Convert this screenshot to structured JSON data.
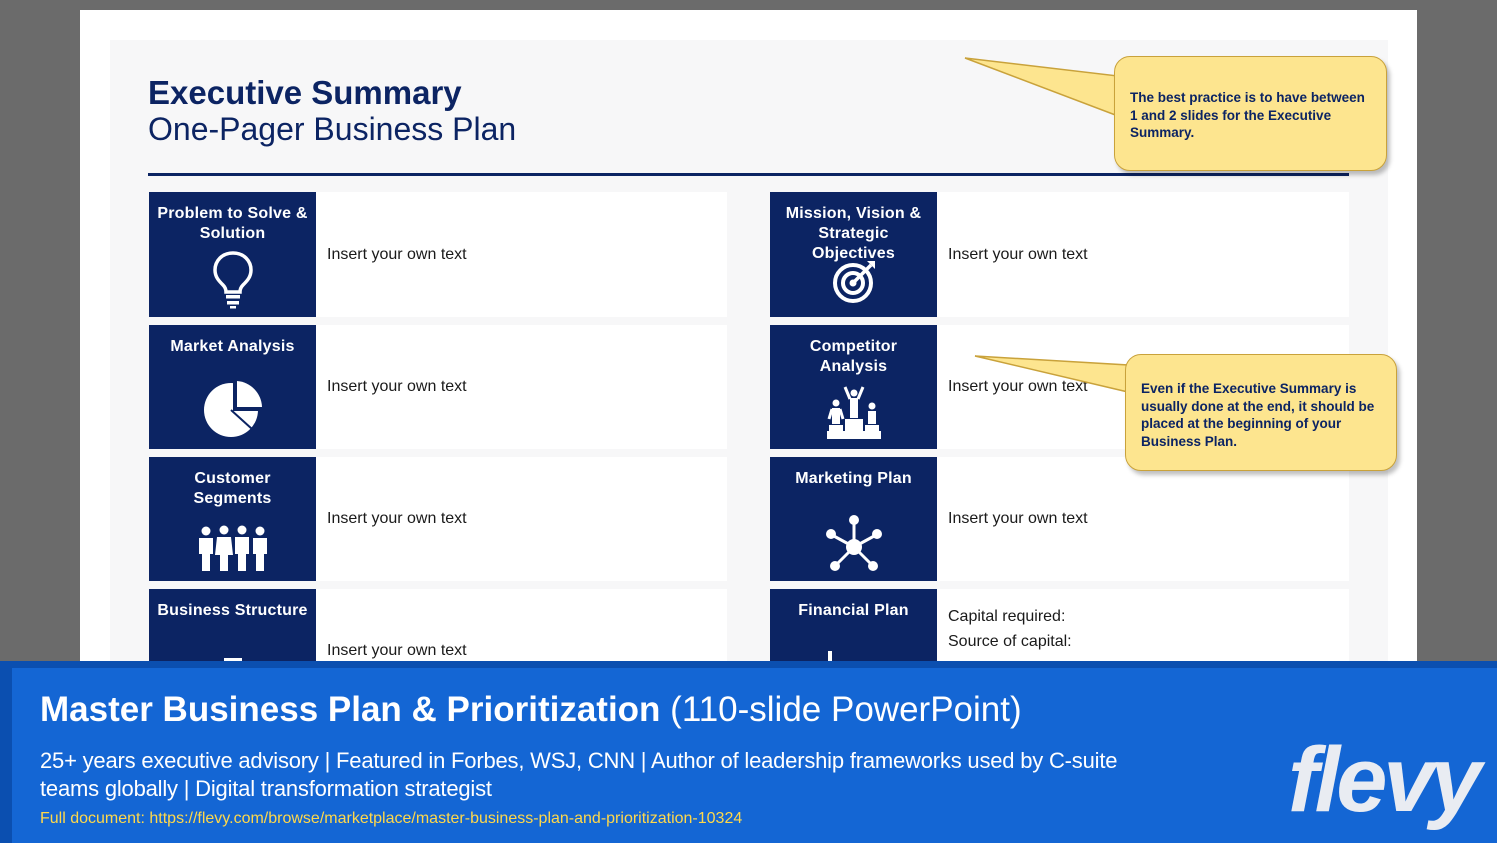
{
  "slide": {
    "title": "Executive Summary",
    "subtitle": "One-Pager Business Plan",
    "cards": [
      {
        "title": "Problem to Solve & Solution",
        "icon": "lightbulb-icon",
        "text": "Insert your own text"
      },
      {
        "title": "Mission, Vision & Strategic Objectives",
        "icon": "target-icon",
        "text": "Insert your own text"
      },
      {
        "title": "Market Analysis",
        "icon": "pie-chart-icon",
        "text": "Insert your own text"
      },
      {
        "title": "Competitor Analysis",
        "icon": "podium-icon",
        "text": "Insert your own text"
      },
      {
        "title": "Customer Segments",
        "icon": "people-group-icon",
        "text": "Insert your own text"
      },
      {
        "title": "Marketing Plan",
        "icon": "network-hub-icon",
        "text": "Insert your own text"
      },
      {
        "title": "Business Structure",
        "icon": "org-chart-icon",
        "text": "Insert your own text"
      },
      {
        "title": "Financial Plan",
        "icon": "bar-chart-icon",
        "lines": [
          "Capital required:",
          "Source of capital:"
        ]
      }
    ],
    "callouts": [
      {
        "text": "The best practice is to have between 1 and 2 slides for the Executive Summary."
      },
      {
        "text": "Even if the Executive Summary is usually done at the end, it should be placed at the beginning of your Business Plan."
      }
    ]
  },
  "banner": {
    "title_bold": "Master Business Plan & Prioritization",
    "title_light": "(110-slide PowerPoint)",
    "description": "25+ years executive advisory | Featured in Forbes, WSJ, CNN | Author of leadership frameworks used by C-suite teams globally | Digital transformation strategist",
    "url": "Full document: https://flevy.com/browse/marketplace/master-business-plan-and-prioritization-10324",
    "logo": "flevy"
  },
  "colors": {
    "navy": "#0c2463",
    "callout_fill": "#fde58f",
    "banner_blue": "#1466d4",
    "url_yellow": "#ffd84a"
  }
}
